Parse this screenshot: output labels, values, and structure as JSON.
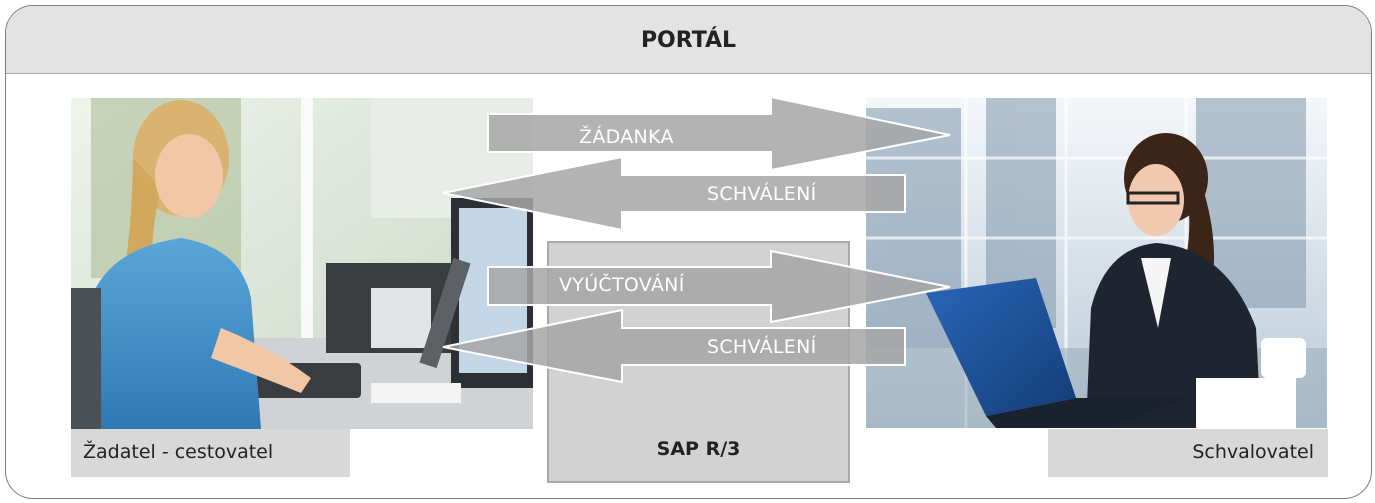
{
  "portal": {
    "title": "PORTÁL"
  },
  "requester": {
    "caption": "Žadatel - cestovatel"
  },
  "approver": {
    "caption": "Schvalovatel"
  },
  "system": {
    "label": "SAP R/3"
  },
  "flows": [
    {
      "label": "ŽÁDANKA",
      "direction": "to-approver"
    },
    {
      "label": "SCHVÁLENÍ",
      "direction": "to-requester"
    },
    {
      "label": "VYÚČTOVÁNÍ",
      "direction": "to-approver"
    },
    {
      "label": "SCHVÁLENÍ",
      "direction": "to-requester"
    }
  ]
}
